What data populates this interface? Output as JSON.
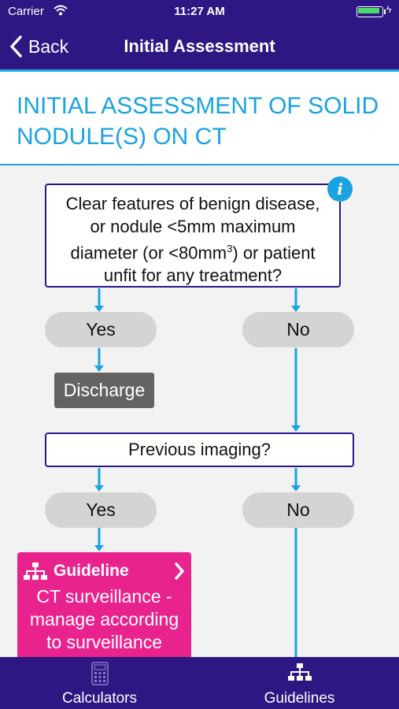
{
  "status_bar": {
    "carrier": "Carrier",
    "time": "11:27 AM",
    "battery_level": 0.8,
    "icons": [
      "wifi-icon",
      "battery-icon",
      "charging-bolt-icon"
    ]
  },
  "nav": {
    "back_label": "Back",
    "title": "Initial Assessment"
  },
  "heading": {
    "text": "INITIAL ASSESSMENT OF SOLID NODULE(S) ON CT"
  },
  "flowchart": {
    "question1": {
      "line1": "Clear features of benign disease,",
      "line2": "or nodule <5mm maximum",
      "line3_pre": "diameter (or <80mm",
      "line3_sup": "3",
      "line3_post": ") or patient",
      "line4": "unfit for any treatment?"
    },
    "q1_yes": "Yes",
    "q1_no": "No",
    "discharge": "Discharge",
    "question2": "Previous imaging?",
    "q2_yes": "Yes",
    "q2_no": "No",
    "guideline_card": {
      "title": "Guideline",
      "line1": "CT surveillance -",
      "line2": "manage according",
      "line3": "to surveillance"
    }
  },
  "tab_bar": {
    "calculators_label": "Calculators",
    "guidelines_label": "Guidelines",
    "active": "Guidelines"
  },
  "colors": {
    "primary": "#2e1683",
    "accent": "#1aa3e0",
    "guideline": "#e8238e",
    "pill": "#d4d4d4",
    "discharge": "#636363",
    "background": "#f2f2f2"
  }
}
